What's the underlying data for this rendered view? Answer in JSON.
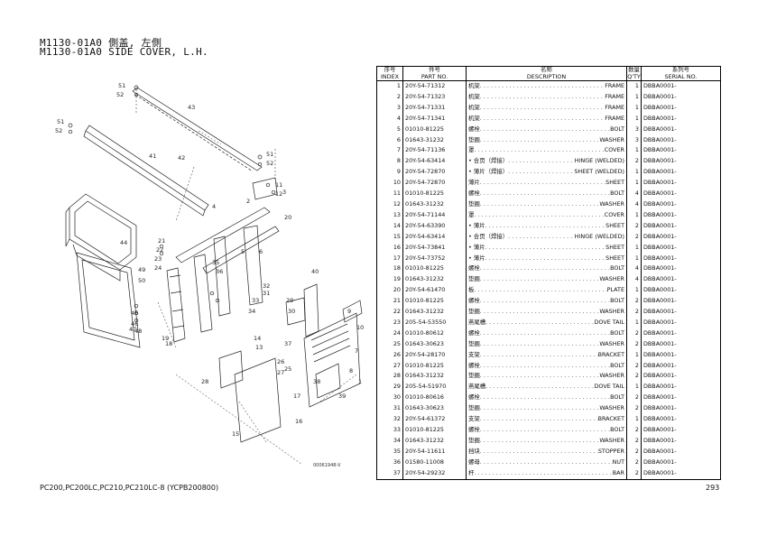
{
  "header": {
    "title_cn": "M1130-01A0 側盖, 左側",
    "title_en": "M1130-01A0 SIDE COVER, L.H."
  },
  "table": {
    "headers": {
      "index_cn": "序号",
      "index_en": "INDEX",
      "part_cn": "件号",
      "part_en": "PART NO.",
      "desc_cn": "名称",
      "desc_en": "DESCRIPTION",
      "qty_cn": "数量",
      "qty_en": "Q'TY",
      "serial_cn": "系列号",
      "serial_en": "SERIAL NO."
    },
    "rows": [
      {
        "index": "1",
        "part_no": "20Y-54-71312",
        "name_cn": "机架",
        "name_en": "FRAME",
        "qty": "1",
        "serial": "DBBA0001-"
      },
      {
        "index": "2",
        "part_no": "20Y-54-71323",
        "name_cn": "机架",
        "name_en": "FRAME",
        "qty": "1",
        "serial": "DBBA0001-"
      },
      {
        "index": "3",
        "part_no": "20Y-54-71331",
        "name_cn": "机架",
        "name_en": "FRAME",
        "qty": "1",
        "serial": "DBBA0001-"
      },
      {
        "index": "4",
        "part_no": "20Y-54-71341",
        "name_cn": "机架",
        "name_en": "FRAME",
        "qty": "1",
        "serial": "DBBA0001-"
      },
      {
        "index": "5",
        "part_no": "01010-81225",
        "name_cn": "螺栓",
        "name_en": "BOLT",
        "qty": "3",
        "serial": "DBBA0001-"
      },
      {
        "index": "6",
        "part_no": "01643-31232",
        "name_cn": "垫圈",
        "name_en": "WASHER",
        "qty": "3",
        "serial": "DBBA0001-"
      },
      {
        "index": "7",
        "part_no": "20Y-54-71136",
        "name_cn": "罩",
        "name_en": "COVER",
        "qty": "1",
        "serial": "DBBA0001-"
      },
      {
        "index": "8",
        "part_no": "20Y-54-63414",
        "name_cn": "• 合页（焊接）",
        "name_en": "HINGE (WELDED)",
        "qty": "2",
        "serial": "DBBA0001-"
      },
      {
        "index": "9",
        "part_no": "20Y-54-72870",
        "name_cn": "• 薄片（焊接）",
        "name_en": "SHEET (WELDED)",
        "qty": "1",
        "serial": "DBBA0001-"
      },
      {
        "index": "10",
        "part_no": "20Y-54-72870",
        "name_cn": "薄片",
        "name_en": "SHEET",
        "qty": "1",
        "serial": "DBBA0001-"
      },
      {
        "index": "11",
        "part_no": "01010-81225",
        "name_cn": "螺栓",
        "name_en": "BOLT",
        "qty": "4",
        "serial": "DBBA0001-"
      },
      {
        "index": "12",
        "part_no": "01643-31232",
        "name_cn": "垫圈",
        "name_en": "WASHER",
        "qty": "4",
        "serial": "DBBA0001-"
      },
      {
        "index": "13",
        "part_no": "20Y-54-71144",
        "name_cn": "罩",
        "name_en": "COVER",
        "qty": "1",
        "serial": "DBBA0001-"
      },
      {
        "index": "14",
        "part_no": "20Y-54-63390",
        "name_cn": "• 薄片",
        "name_en": "SHEET",
        "qty": "2",
        "serial": "DBBA0001-"
      },
      {
        "index": "15",
        "part_no": "20Y-54-63414",
        "name_cn": "• 合页（焊接）",
        "name_en": "HINGE (WELDED)",
        "qty": "2",
        "serial": "DBBA0001-"
      },
      {
        "index": "16",
        "part_no": "20Y-54-73841",
        "name_cn": "• 薄片",
        "name_en": "SHEET",
        "qty": "1",
        "serial": "DBBA0001-"
      },
      {
        "index": "17",
        "part_no": "20Y-54-73752",
        "name_cn": "• 薄片",
        "name_en": "SHEET",
        "qty": "1",
        "serial": "DBBA0001-"
      },
      {
        "index": "18",
        "part_no": "01010-81225",
        "name_cn": "螺栓",
        "name_en": "BOLT",
        "qty": "4",
        "serial": "DBBA0001-"
      },
      {
        "index": "19",
        "part_no": "01643-31232",
        "name_cn": "垫圈",
        "name_en": "WASHER",
        "qty": "4",
        "serial": "DBBA0001-"
      },
      {
        "index": "20",
        "part_no": "20Y-54-61470",
        "name_cn": "板",
        "name_en": "PLATE",
        "qty": "1",
        "serial": "DBBA0001-"
      },
      {
        "index": "21",
        "part_no": "01010-81225",
        "name_cn": "螺栓",
        "name_en": "BOLT",
        "qty": "2",
        "serial": "DBBA0001-"
      },
      {
        "index": "22",
        "part_no": "01643-31232",
        "name_cn": "垫圈",
        "name_en": "WASHER",
        "qty": "2",
        "serial": "DBBA0001-"
      },
      {
        "index": "23",
        "part_no": "205-54-53550",
        "name_cn": "燕尾槽",
        "name_en": "DOVE TAIL",
        "qty": "1",
        "serial": "DBBA0001-"
      },
      {
        "index": "24",
        "part_no": "01010-80612",
        "name_cn": "螺栓",
        "name_en": "BOLT",
        "qty": "2",
        "serial": "DBBA0001-"
      },
      {
        "index": "25",
        "part_no": "01643-30623",
        "name_cn": "垫圈",
        "name_en": "WASHER",
        "qty": "2",
        "serial": "DBBA0001-"
      },
      {
        "index": "26",
        "part_no": "20Y-54-28170",
        "name_cn": "支架",
        "name_en": "BRACKET",
        "qty": "1",
        "serial": "DBBA0001-"
      },
      {
        "index": "27",
        "part_no": "01010-81225",
        "name_cn": "螺栓",
        "name_en": "BOLT",
        "qty": "2",
        "serial": "DBBA0001-"
      },
      {
        "index": "28",
        "part_no": "01643-31232",
        "name_cn": "垫圈",
        "name_en": "WASHER",
        "qty": "2",
        "serial": "DBBA0001-"
      },
      {
        "index": "29",
        "part_no": "205-54-51970",
        "name_cn": "燕尾槽",
        "name_en": "DOVE TAIL",
        "qty": "1",
        "serial": "DBBA0001-"
      },
      {
        "index": "30",
        "part_no": "01010-80616",
        "name_cn": "螺栓",
        "name_en": "BOLT",
        "qty": "2",
        "serial": "DBBA0001-"
      },
      {
        "index": "31",
        "part_no": "01643-30623",
        "name_cn": "垫圈",
        "name_en": "WASHER",
        "qty": "2",
        "serial": "DBBA0001-"
      },
      {
        "index": "32",
        "part_no": "20Y-54-61372",
        "name_cn": "支架",
        "name_en": "BRACKET",
        "qty": "1",
        "serial": "DBBA0001-"
      },
      {
        "index": "33",
        "part_no": "01010-81225",
        "name_cn": "螺栓",
        "name_en": "BOLT",
        "qty": "2",
        "serial": "DBBA0001-"
      },
      {
        "index": "34",
        "part_no": "01643-31232",
        "name_cn": "垫圈",
        "name_en": "WASHER",
        "qty": "2",
        "serial": "DBBA0001-"
      },
      {
        "index": "35",
        "part_no": "20Y-54-11611",
        "name_cn": "挡块",
        "name_en": "STOPPER",
        "qty": "2",
        "serial": "DBBA0001-"
      },
      {
        "index": "36",
        "part_no": "01580-11008",
        "name_cn": "螺母",
        "name_en": "NUT",
        "qty": "2",
        "serial": "DBBA0001-"
      },
      {
        "index": "37",
        "part_no": "20Y-54-29232",
        "name_cn": "杆",
        "name_en": "BAR",
        "qty": "2",
        "serial": "DBBA0001-"
      }
    ]
  },
  "diagram": {
    "callouts": [
      "51",
      "52",
      "51",
      "52",
      "43",
      "42",
      "41",
      "51",
      "52",
      "1",
      "2",
      "3",
      "4",
      "5",
      "6",
      "21",
      "22",
      "23",
      "24",
      "11",
      "12",
      "35",
      "36",
      "50",
      "49",
      "45",
      "46",
      "47",
      "48",
      "19",
      "18",
      "40",
      "33",
      "34",
      "31",
      "32",
      "29",
      "30",
      "28",
      "26",
      "27",
      "25",
      "17",
      "13",
      "14",
      "15",
      "16",
      "37",
      "38",
      "39",
      "8",
      "9",
      "10",
      "7",
      "20",
      "44"
    ],
    "drawing_code": "00061948-V"
  },
  "footer": {
    "model": "PC200,PC200LC,PC210,PC210LC-8 (YCPB200800)",
    "page": "293"
  }
}
